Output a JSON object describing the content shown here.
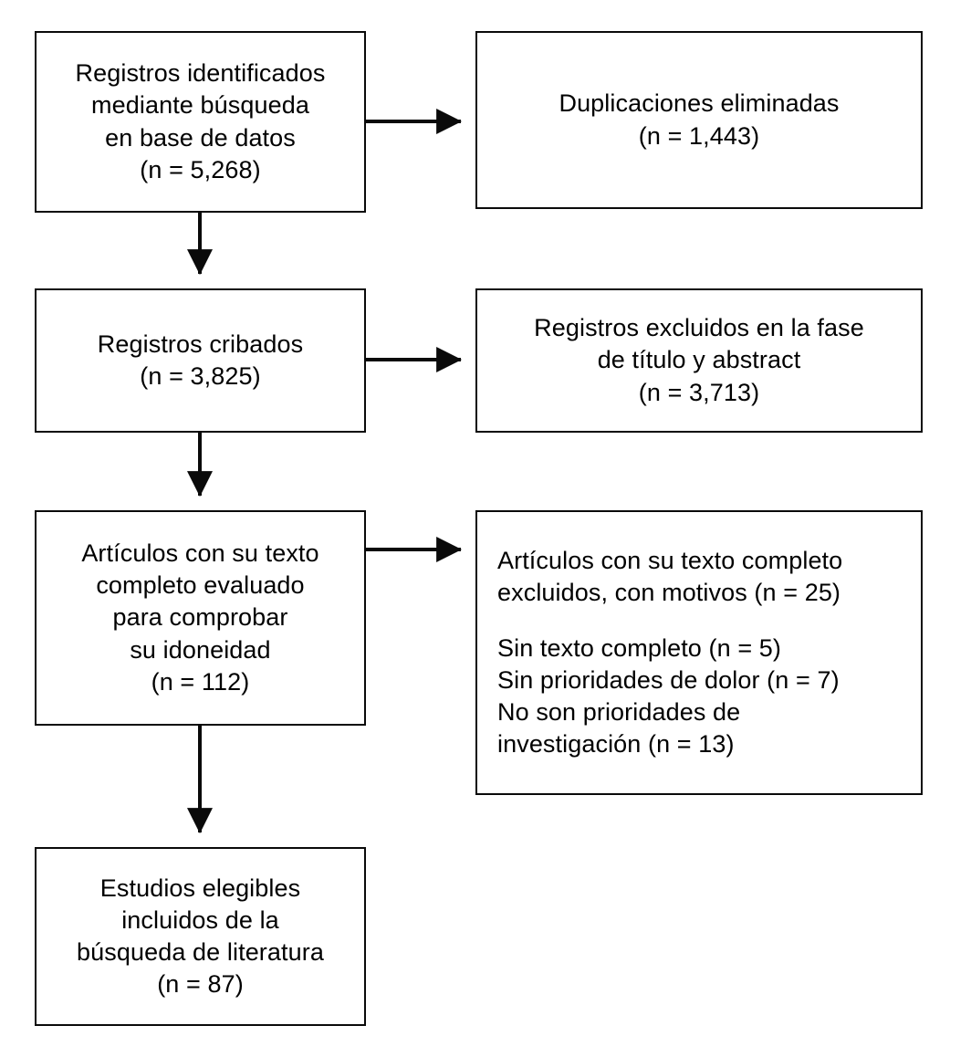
{
  "diagram": {
    "type": "prisma-flow-diagram",
    "language": "es",
    "stroke_color": "#0a0a0a",
    "background_color": "#ffffff",
    "text_color": "#000000"
  },
  "nodes": {
    "identification": {
      "id": "records-identified",
      "align": "center",
      "lines": [
        "Registros identificados",
        "mediante búsqueda",
        "en base de datos",
        "(n = 5,268)"
      ],
      "count_label": "(n = 5,268)",
      "count": 5268
    },
    "duplicates_removed": {
      "id": "duplicates-removed",
      "align": "center",
      "lines": [
        "Duplicaciones eliminadas",
        "(n = 1,443)"
      ],
      "count_label": "(n = 1,443)",
      "count": 1443
    },
    "screened": {
      "id": "records-screened",
      "align": "center",
      "lines": [
        "Registros cribados",
        "(n = 3,825)"
      ],
      "count_label": "(n = 3,825)",
      "count": 3825
    },
    "screened_excluded": {
      "id": "records-excluded-title-abstract",
      "align": "center",
      "lines": [
        "Registros excluidos en la fase",
        "de título y abstract",
        "(n = 3,713)"
      ],
      "count_label": "(n = 3,713)",
      "count": 3713
    },
    "fulltext_assessed": {
      "id": "fulltext-assessed-eligibility",
      "align": "center",
      "lines": [
        "Artículos con su texto",
        "completo evaluado",
        "para comprobar",
        "su idoneidad",
        "(n = 112)"
      ],
      "count_label": "(n = 112)",
      "count": 112
    },
    "fulltext_excluded": {
      "id": "fulltext-excluded-with-reasons",
      "align": "left",
      "heading": [
        "Artículos con su texto completo",
        "excluidos, con motivos (n = 25)"
      ],
      "heading_count_label": "(n = 25)",
      "heading_count": 25,
      "reasons": [
        {
          "label": "Sin texto completo (n = 5)",
          "lines": [
            "Sin texto completo (n = 5)"
          ],
          "count": 5
        },
        {
          "label": "Sin prioridades de dolor (n = 7)",
          "lines": [
            "Sin prioridades de dolor (n = 7)"
          ],
          "count": 7
        },
        {
          "label": "No son prioridades de investigación (n = 13)",
          "lines": [
            "No son prioridades de",
            "investigación (n = 13)"
          ],
          "count": 13
        }
      ]
    },
    "included": {
      "id": "eligible-studies-included",
      "align": "center",
      "lines": [
        "Estudios elegibles",
        "incluidos de la",
        "búsqueda de literatura",
        "(n = 87)"
      ],
      "count_label": "(n = 87)",
      "count": 87
    }
  },
  "edges": [
    {
      "id": "identification-to-duplicates",
      "from": "identification",
      "to": "duplicates_removed",
      "direction": "right"
    },
    {
      "id": "identification-to-screened",
      "from": "identification",
      "to": "screened",
      "direction": "down"
    },
    {
      "id": "screened-to-screened-excluded",
      "from": "screened",
      "to": "screened_excluded",
      "direction": "right"
    },
    {
      "id": "screened-to-fulltext",
      "from": "screened",
      "to": "fulltext_assessed",
      "direction": "down"
    },
    {
      "id": "fulltext-to-fulltext-excluded",
      "from": "fulltext_assessed",
      "to": "fulltext_excluded",
      "direction": "right"
    },
    {
      "id": "fulltext-to-included",
      "from": "fulltext_assessed",
      "to": "included",
      "direction": "down"
    }
  ]
}
